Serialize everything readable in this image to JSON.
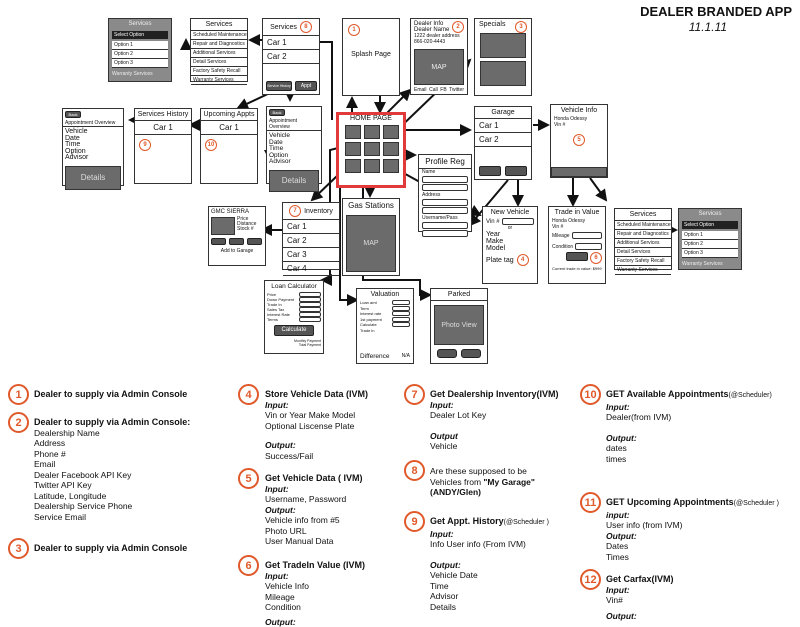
{
  "title": "DEALER BRANDED APP",
  "version": "11.1.11",
  "screens": {
    "splash": {
      "label": "Splash Page",
      "badge": "1"
    },
    "dealer_info": {
      "title": "Dealer Info",
      "lines": [
        "Dealer Name",
        "1222 dealer address",
        "866-020-4443"
      ],
      "map": "MAP",
      "footer": [
        "Email",
        "Call",
        "FB",
        "Twitter"
      ],
      "badge": "2"
    },
    "specials": {
      "title": "Specials",
      "badge": "3"
    },
    "services_top": {
      "title": "Services",
      "badge": "8",
      "items": [
        "Car 1",
        "Car 2"
      ],
      "buttons": [
        "Service History",
        "Appt"
      ]
    },
    "services_list": {
      "title": "Services",
      "items": [
        "Scheduled Maintenance",
        "Repair and Diagnostics",
        "Additional Services",
        "Detail Services",
        "Factory Safety Recall",
        "Warranty Services"
      ]
    },
    "services_select": {
      "title": "Services",
      "select": "Select Option",
      "options": [
        "Option 1",
        "Option 2",
        "Option 3"
      ],
      "footer": "Warranty Services"
    },
    "services_history": {
      "title": "Services History",
      "items": [
        "Car 1"
      ],
      "badge": "9"
    },
    "upcoming_appts": {
      "title": "Upcoming Appts",
      "items": [
        "Car 1"
      ],
      "badge": "10"
    },
    "appt_overview_1": {
      "back": "Back",
      "title": "Appointment Overview",
      "fields": [
        "Vehicle",
        "Date",
        "Time",
        "Option",
        "Advisor"
      ],
      "details": "Details"
    },
    "appt_overview_2": {
      "back": "Back",
      "title": "Appointment Overview",
      "fields": [
        "Vehicle",
        "Date",
        "Time",
        "Option",
        "Advisor"
      ],
      "details": "Details"
    },
    "home": {
      "title": "HOME PAGE"
    },
    "garage": {
      "title": "Garage",
      "items": [
        "Car 1",
        "Car 2"
      ]
    },
    "vehicle_info": {
      "title": "Vehicle Info",
      "lines": [
        "Honda Odessy",
        "Vin #"
      ],
      "badge": "5"
    },
    "profile_reg": {
      "title": "Profile Reg",
      "labels": [
        "Name",
        "Address",
        "Username/Pass"
      ]
    },
    "gas_stations": {
      "title": "Gas Stations",
      "map": "MAP"
    },
    "new_vehicle": {
      "title": "New Vehicle",
      "vin": "Vin #",
      "or": "or",
      "fields": [
        "Year",
        "Make",
        "Model"
      ],
      "plate": "Plate tag",
      "badge": "4"
    },
    "trade_in": {
      "title": "Trade in Value",
      "lines": [
        "Honda Odessy",
        "Vin #"
      ],
      "labels": [
        "Mileage",
        "Condition"
      ],
      "badge": "6",
      "footer": "Current trade in value: $999"
    },
    "services_right": {
      "title": "Services",
      "items": [
        "Scheduled Maintenance",
        "Repair and Diagnostics",
        "Additional Services",
        "Detail Services",
        "Factory Safety Recall",
        "Warranty Services"
      ]
    },
    "services_select_right": {
      "title": "Services",
      "select": "Select Option",
      "options": [
        "Option 1",
        "Option 2",
        "Option 3"
      ],
      "footer": "Warranty Services"
    },
    "gmc": {
      "title": "GMC SIERRA",
      "lines": [
        "Price",
        "Distance",
        "Stock #"
      ],
      "footer": "Add to Garage"
    },
    "inventory": {
      "title": "Inventory",
      "badge": "7",
      "items": [
        "Car 1",
        "Car 2",
        "Car 3",
        "Car 4"
      ]
    },
    "loan": {
      "title": "Loan Calculator",
      "labels": [
        "Price",
        "Down Payment",
        "Trade In",
        "Sales Tax",
        "Interest Rate",
        "Terms"
      ],
      "button": "Calculate",
      "footer": [
        "Monthly Payment",
        "Total Payment"
      ]
    },
    "valuation": {
      "title": "Valuation",
      "labels": [
        "Loan amt",
        "Term",
        "Interest rate",
        "1st payment",
        "Calculate",
        "Trade in"
      ],
      "difference": "Difference",
      "na": "N/A"
    },
    "parked": {
      "title": "Parked",
      "photo": "Photo View"
    }
  },
  "notes": [
    {
      "num": "1",
      "title": "Dealer to supply via Admin Console",
      "lines": []
    },
    {
      "num": "2",
      "title": "Dealer to supply via Admin Console:",
      "lines": [
        "Dealership Name",
        "Address",
        "Phone #",
        "Email",
        "Dealer Facebook API Key",
        "Twitter API Key",
        "Latitude, Longitude",
        "Dealership Service Phone",
        "Service Email"
      ]
    },
    {
      "num": "3",
      "title": "Dealer to supply via Admin Console",
      "lines": []
    },
    {
      "num": "4",
      "title": "Store Vehicle Data (IVM)",
      "input": "Input:",
      "input_lines": [
        "Vin or Year Make Model",
        "Optional Liscense Plate"
      ],
      "output": "Output:",
      "output_lines": [
        "Success/Fail"
      ]
    },
    {
      "num": "5",
      "title": "Get Vehicle Data ( IVM)",
      "input": "Input:",
      "input_lines": [
        "Username, Password"
      ],
      "output": "Output:",
      "output_lines": [
        "Vehicle info from #5",
        "Photo URL",
        "User Manual Data"
      ]
    },
    {
      "num": "6",
      "title": "Get TradeIn Value (IVM)",
      "input": "Input:",
      "input_lines": [
        "Vehicle Info",
        "Mileage",
        "Condition"
      ],
      "output": "Output:"
    },
    {
      "num": "7",
      "title": "Get Dealership Inventory(IVM)",
      "input": "Input:",
      "input_lines": [
        "Dealer Lot Key"
      ],
      "output": "Output",
      "output_lines": [
        "Vehicle"
      ]
    },
    {
      "num": "8",
      "lines": [
        "Are these supposed to be",
        "Vehicles from "
      ],
      "quote": "\"My Garage\"",
      "author": "(ANDY/Glen)"
    },
    {
      "num": "9",
      "title": "Get Appt. History",
      "suffix": "(@Scheduler )",
      "input": "Input:",
      "input_lines": [
        "Info User info (From IVM)"
      ],
      "output": "Output:",
      "output_lines": [
        "Vehicle Date",
        "Time",
        "Advisor",
        "Details"
      ]
    },
    {
      "num": "10",
      "title": "GET Available  Appointments",
      "suffix": "(@Scheduler)",
      "input": "Input:",
      "input_lines": [
        "Dealer(from IVM)"
      ],
      "output": "Output:",
      "output_lines": [
        "dates",
        "times"
      ]
    },
    {
      "num": "11",
      "title": "GET Upcoming Appointments",
      "suffix": "(@Scheduler )",
      "input": "input:",
      "input_lines": [
        "User info (from IVM)"
      ],
      "output": "Output:",
      "output_lines": [
        "Dates",
        "Times"
      ]
    },
    {
      "num": "12",
      "title": "Get Carfax(IVM)",
      "input": "Input:",
      "input_lines": [
        "Vin#"
      ],
      "output": "Output:"
    }
  ]
}
